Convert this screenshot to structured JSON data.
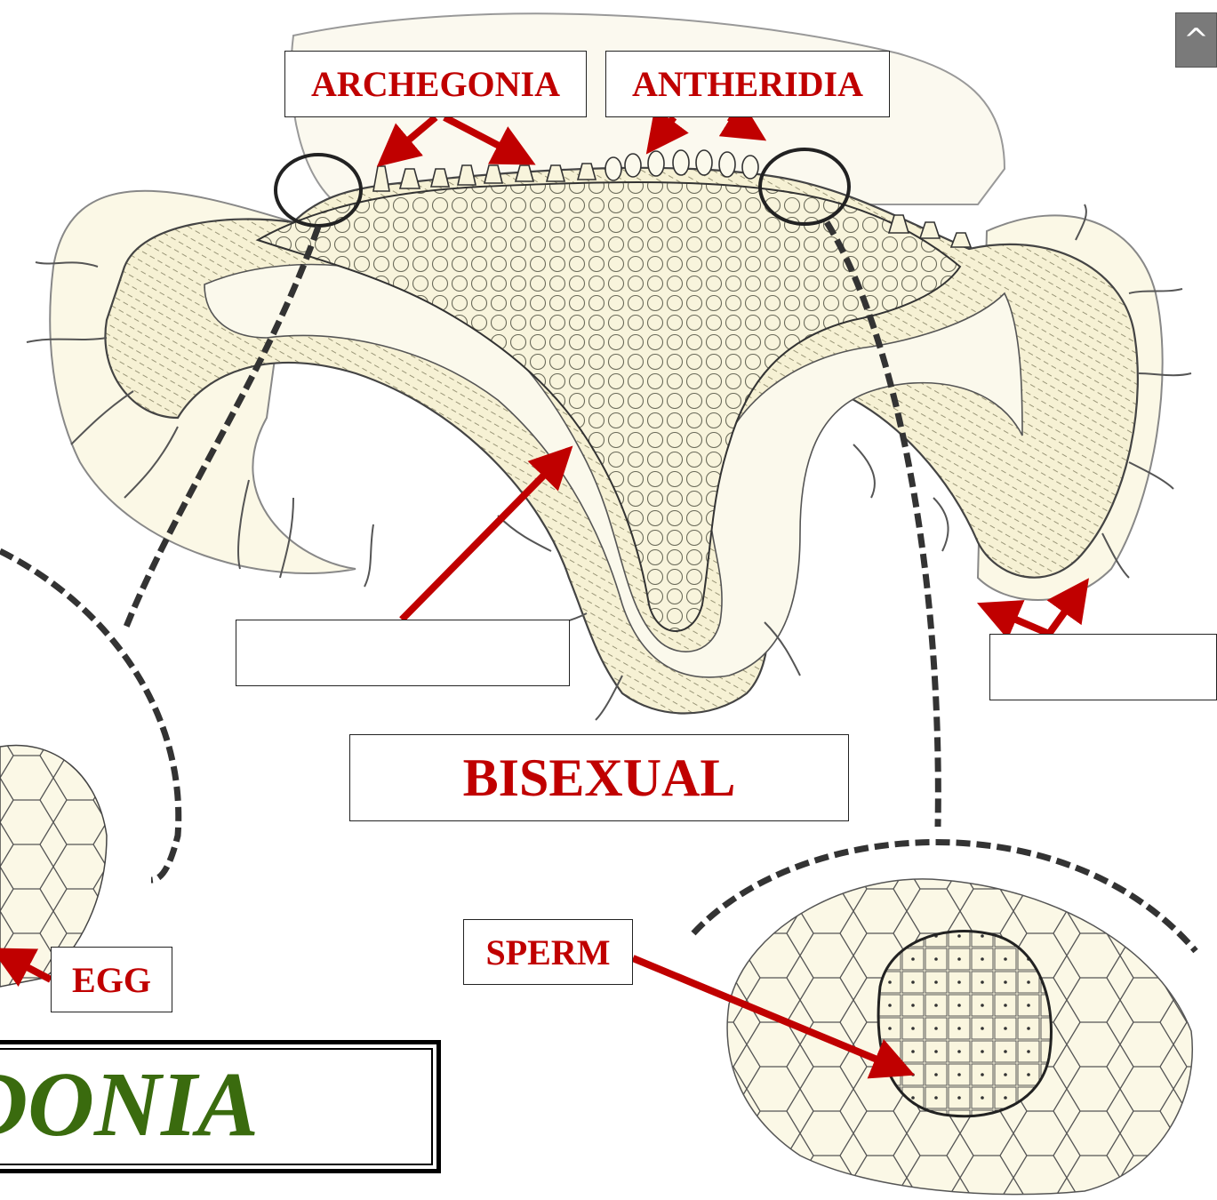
{
  "labels": {
    "archegonia": "ARCHEGONIA",
    "antheridia": "ANTHERIDIA",
    "blank_center": "",
    "blank_right": "",
    "bisexual": "BISEXUAL",
    "sperm": "SPERM",
    "egg": "EGG"
  },
  "title": {
    "text": "DONIA"
  },
  "controls": {
    "scroll_top_glyph": "^"
  },
  "colors": {
    "label_text": "#c00000",
    "arrow": "#c00000",
    "title_text": "#3a6b0e",
    "tissue_fill": "#f8f4dc",
    "line_art": "#333333"
  },
  "icons": {
    "scroll_top": "caret-up-icon"
  }
}
